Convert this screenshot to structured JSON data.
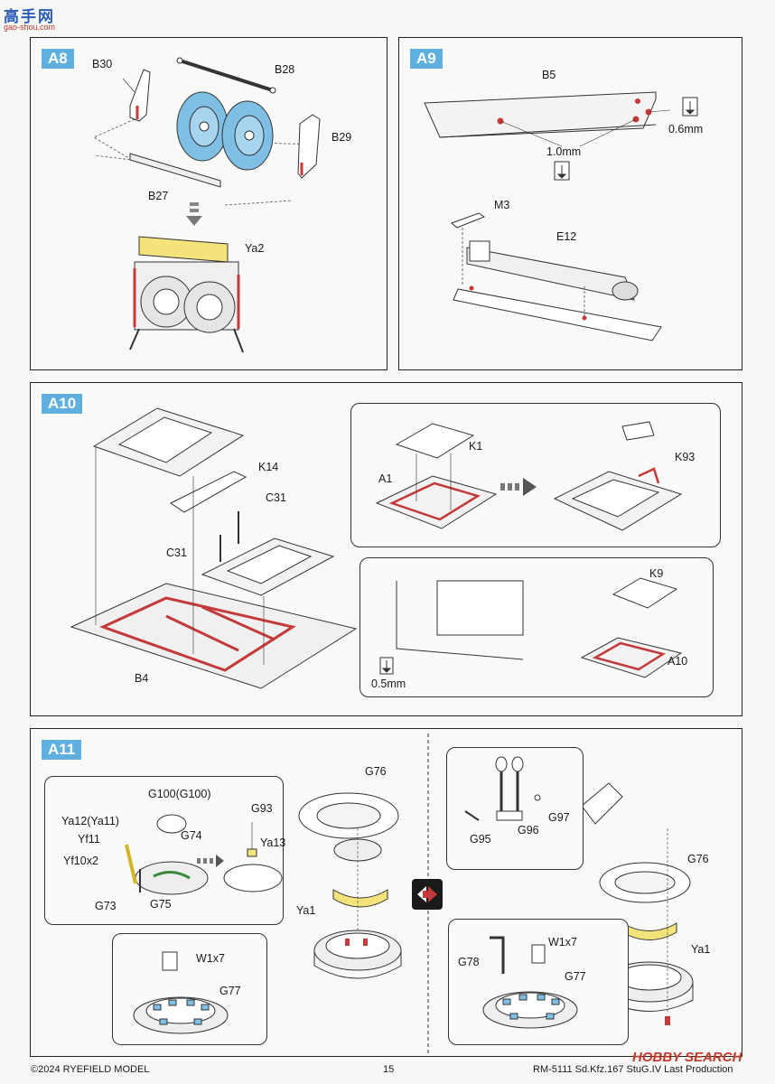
{
  "watermark_top": {
    "chars": "高手网",
    "url": "gao-shou.com"
  },
  "watermark_bottom": {
    "brand": "HOBBY SEARCH"
  },
  "icons": [
    "drill-icon",
    "arrow-down-icon",
    "arrow-right-icon",
    "swap-icon"
  ],
  "colors": {
    "step_badge": "#5fb0de",
    "part_blue": "#7fbfe6",
    "part_yellow": "#f4e27a",
    "glue_red": "#c43a3a"
  },
  "steps": {
    "a8": {
      "badge": "A8",
      "labels": {
        "b30": "B30",
        "b28": "B28",
        "b29": "B29",
        "b27": "B27",
        "ya2": "Ya2"
      }
    },
    "a9": {
      "badge": "A9",
      "labels": {
        "b5": "B5",
        "drill_06": "0.6mm",
        "drill_10": "1.0mm",
        "m3": "M3",
        "e12": "E12"
      }
    },
    "a10": {
      "badge": "A10",
      "labels": {
        "k14": "K14",
        "c31a": "C31",
        "c31b": "C31",
        "b4": "B4",
        "k1": "K1",
        "a1": "A1",
        "k93": "K93",
        "k9": "K9",
        "a10p": "A10",
        "drill_05": "0.5mm"
      }
    },
    "a11": {
      "badge": "A11",
      "labels": {
        "g100": "G100(G100)",
        "ya12": "Ya12(Ya11)",
        "yf11": "Yf11",
        "yf10": "Yf10x2",
        "g74": "G74",
        "g73": "G73",
        "g75": "G75",
        "g93": "G93",
        "ya13": "Ya13",
        "g76": "G76",
        "ya1": "Ya1",
        "w1": "W1x7",
        "g77": "G77",
        "g97": "G97",
        "g95": "G95",
        "g96": "G96",
        "g76r": "G76",
        "ya1r": "Ya1",
        "g78": "G78",
        "w1r": "W1x7",
        "g77r": "G77"
      }
    }
  },
  "footer": {
    "copyright": "©2024 RYEFIELD MODEL",
    "page": "15",
    "product": "RM-5111 Sd.Kfz.167 StuG.IV Last Production"
  }
}
